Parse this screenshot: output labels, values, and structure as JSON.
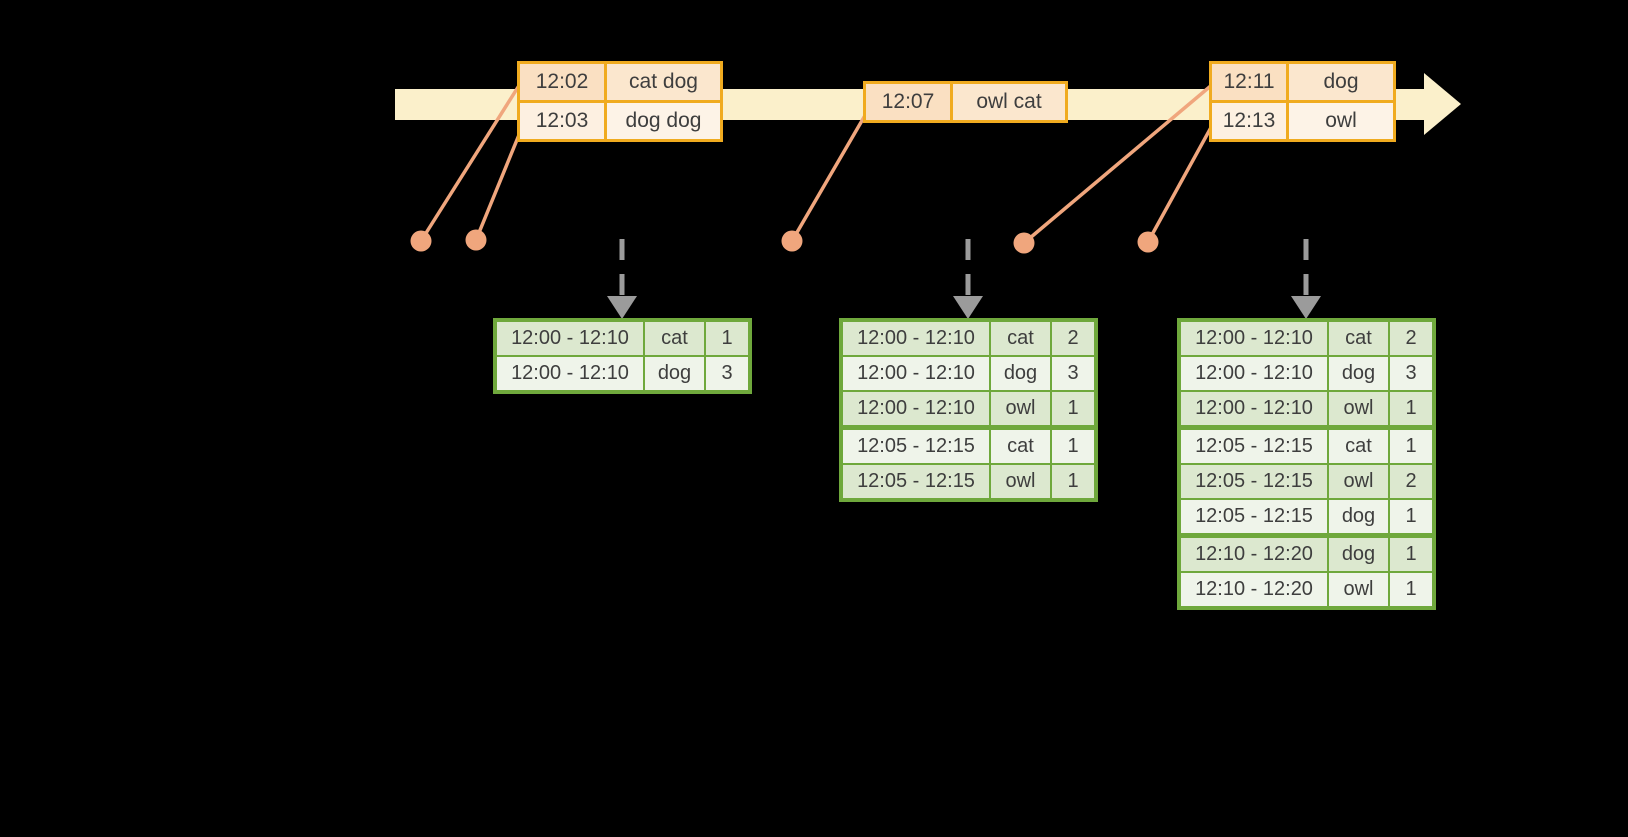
{
  "timeline": {
    "event_groups": [
      {
        "rows": [
          {
            "time": "12:02",
            "words": "cat dog"
          },
          {
            "time": "12:03",
            "words": "dog dog"
          }
        ]
      },
      {
        "rows": [
          {
            "time": "12:07",
            "words": "owl cat"
          }
        ]
      },
      {
        "rows": [
          {
            "time": "12:11",
            "words": "dog"
          },
          {
            "time": "12:13",
            "words": "owl"
          }
        ]
      }
    ]
  },
  "result_tables": [
    {
      "rows": [
        {
          "window": "12:00 - 12:10",
          "word": "cat",
          "count": "1"
        },
        {
          "window": "12:00 - 12:10",
          "word": "dog",
          "count": "3"
        }
      ]
    },
    {
      "rows": [
        {
          "window": "12:00 - 12:10",
          "word": "cat",
          "count": "2"
        },
        {
          "window": "12:00 - 12:10",
          "word": "dog",
          "count": "3"
        },
        {
          "window": "12:00 - 12:10",
          "word": "owl",
          "count": "1"
        },
        {
          "window": "12:05 - 12:15",
          "word": "cat",
          "count": "1"
        },
        {
          "window": "12:05 - 12:15",
          "word": "owl",
          "count": "1"
        }
      ]
    },
    {
      "rows": [
        {
          "window": "12:00 - 12:10",
          "word": "cat",
          "count": "2"
        },
        {
          "window": "12:00 - 12:10",
          "word": "dog",
          "count": "3"
        },
        {
          "window": "12:00 - 12:10",
          "word": "owl",
          "count": "1"
        },
        {
          "window": "12:05 - 12:15",
          "word": "cat",
          "count": "1"
        },
        {
          "window": "12:05 - 12:15",
          "word": "owl",
          "count": "2"
        },
        {
          "window": "12:05 - 12:15",
          "word": "dog",
          "count": "1"
        },
        {
          "window": "12:10 - 12:20",
          "word": "dog",
          "count": "1"
        },
        {
          "window": "12:10 - 12:20",
          "word": "owl",
          "count": "1"
        }
      ]
    }
  ],
  "colors": {
    "c-bg": "#000000",
    "c-band": "#FBF0CB",
    "c-gold": "#F0AB1F",
    "c-peach-time-a": "#FAE0C2",
    "c-peach-word-a": "#FBE7CE",
    "c-peach-time-b": "#FDF0E1",
    "c-peach-word-b": "#FDF3E7",
    "c-salmon": "#F0A67D",
    "c-green": "#6FA83C",
    "c-cell-a": "#DCE8CF",
    "c-cell-b": "#EFF4EA",
    "c-gray": "#9B9B9B",
    "c-text": "#3E3E3E"
  }
}
